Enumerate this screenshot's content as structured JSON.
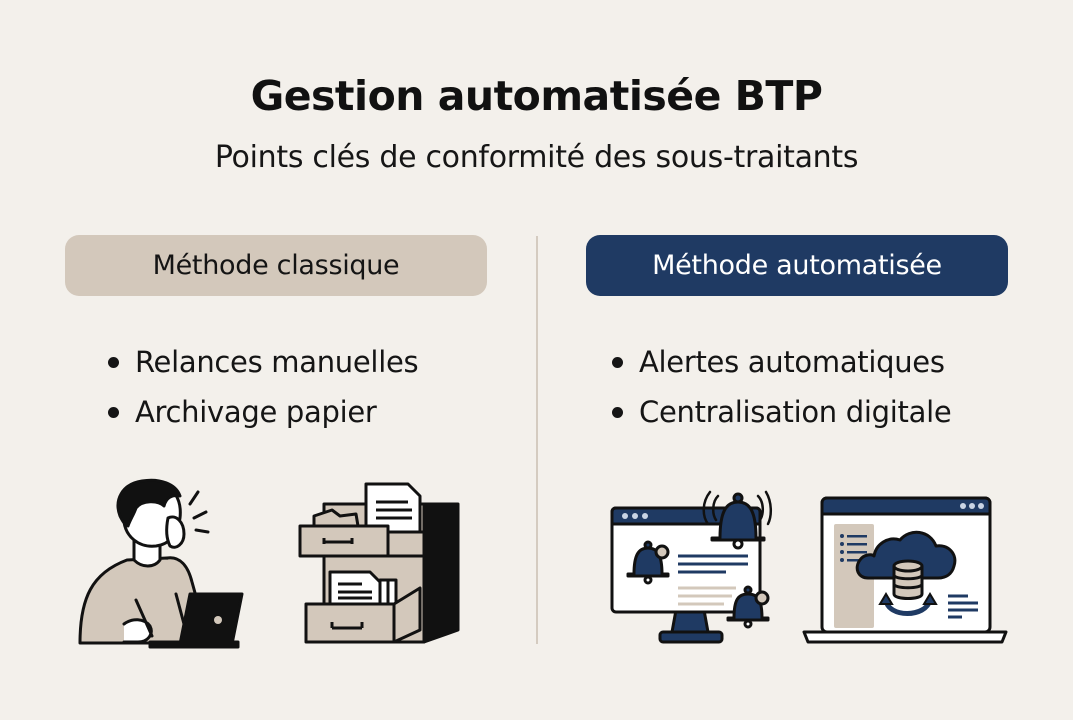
{
  "header": {
    "title": "Gestion automatisée BTP",
    "subtitle": "Points clés de conformité des sous-traitants"
  },
  "columns": {
    "classic": {
      "label": "Méthode classique",
      "color": "#d3c8bb",
      "bullets": [
        "Relances manuelles",
        "Archivage papier"
      ],
      "illustrations": [
        "person-on-phone-with-laptop",
        "filing-cabinet"
      ]
    },
    "automated": {
      "label": "Méthode automatisée",
      "color": "#1f3a63",
      "bullets": [
        "Alertes automatiques",
        "Centralisation digitale"
      ],
      "illustrations": [
        "monitor-with-alert-bells",
        "laptop-with-cloud-database-sync"
      ]
    }
  },
  "palette": {
    "background": "#f3f0eb",
    "navy": "#1f3a63",
    "beige": "#d3c8bb",
    "ink": "#141414"
  }
}
